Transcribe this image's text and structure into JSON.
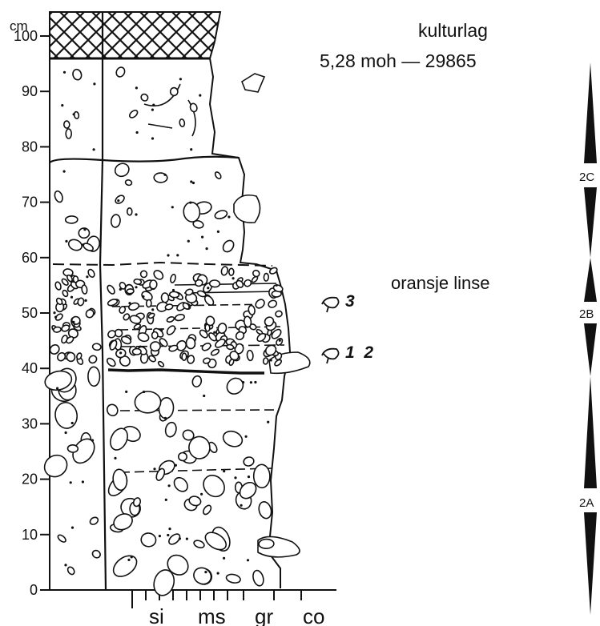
{
  "axis": {
    "unit": "cm",
    "ticks": [
      "0",
      "10",
      "20",
      "30",
      "40",
      "50",
      "60",
      "70",
      "80",
      "90",
      "100"
    ]
  },
  "grain_size": {
    "labels": [
      "si",
      "ms",
      "gr",
      "co"
    ]
  },
  "header": {
    "layer_label": "kulturlag",
    "elevation_text": "5,28 moh — 29865"
  },
  "annotations": {
    "lens_label": "oransje linse",
    "sample_upper": "3",
    "sample_lower": "1  2"
  },
  "units": {
    "labels": [
      "2C",
      "2B",
      "2A"
    ]
  },
  "colors": {
    "ink": "#111111",
    "background": "#ffffff"
  }
}
